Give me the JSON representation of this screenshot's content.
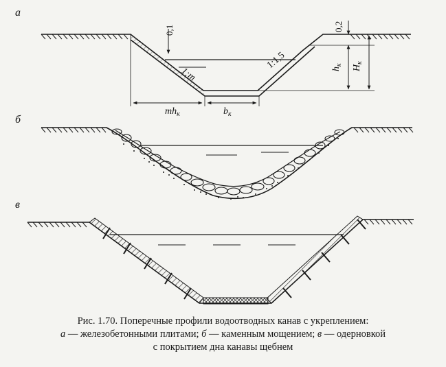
{
  "panels": {
    "a": {
      "tag": "а",
      "labels": {
        "freeboard_left": "0,1",
        "freeboard_right": "0,2",
        "slope_m": "1:m",
        "slope_fixed": "1:1,5",
        "depth_h": "h",
        "depth_h_sub": "к",
        "depth_H": "H",
        "depth_H_sub": "к",
        "width_m": "mh",
        "width_m_sub": "к",
        "width_b": "b",
        "width_b_sub": "к"
      }
    },
    "b": {
      "tag": "б"
    },
    "c": {
      "tag": "в"
    }
  },
  "caption": {
    "line1": "Рис. 1.70. Поперечные профили водоотводных канав с укреплением:",
    "line2_a": "а",
    "line2_text_a": " — железобетонными плитами; ",
    "line2_b": "б",
    "line2_text_b": " — каменным мощением; ",
    "line2_c": "в",
    "line2_text_c": " — одерновкой",
    "line3": "с покрытием дна канавы щебнем"
  },
  "colors": {
    "ink": "#1a1a1a",
    "paper": "#f4f4f1"
  }
}
